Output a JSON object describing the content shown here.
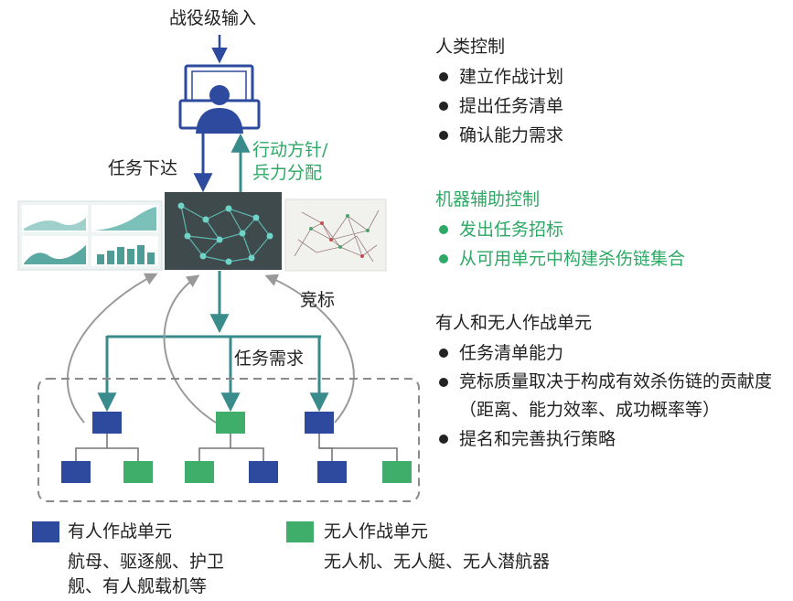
{
  "input_label": "战役级输入",
  "task_issue_label": "任务下达",
  "action_policy_label": "行动方针/",
  "force_alloc_label": "兵力分配",
  "bid_label": "竞标",
  "task_demand_label": "任务需求",
  "human_control": {
    "title": "人类控制",
    "items": [
      "建立作战计划",
      "提出任务清单",
      "确认能力需求"
    ]
  },
  "machine_control": {
    "title": "机器辅助控制",
    "items": [
      "发出任务招标",
      "从可用单元中构建杀伤链集合"
    ]
  },
  "units": {
    "title": "有人和无人作战单元",
    "items": [
      "任务清单能力",
      "竞标质量取决于构成有效杀伤链的贡献度（距离、能力效率、成功概率等）",
      "提名和完善执行策略"
    ]
  },
  "legend": {
    "manned": {
      "label": "有人作战单元",
      "desc_line1": "航母、驱逐舰、护卫",
      "desc_line2": "舰、有人舰载机等",
      "color": "#2d4a9e"
    },
    "unmanned": {
      "label": "无人作战单元",
      "desc": "无人机、无人艇、无人潜航器",
      "color": "#3fae6a"
    }
  },
  "colors": {
    "teal": "#3a8c8c",
    "navy": "#2d4a9e",
    "green": "#2ea866",
    "gray": "#888888"
  }
}
